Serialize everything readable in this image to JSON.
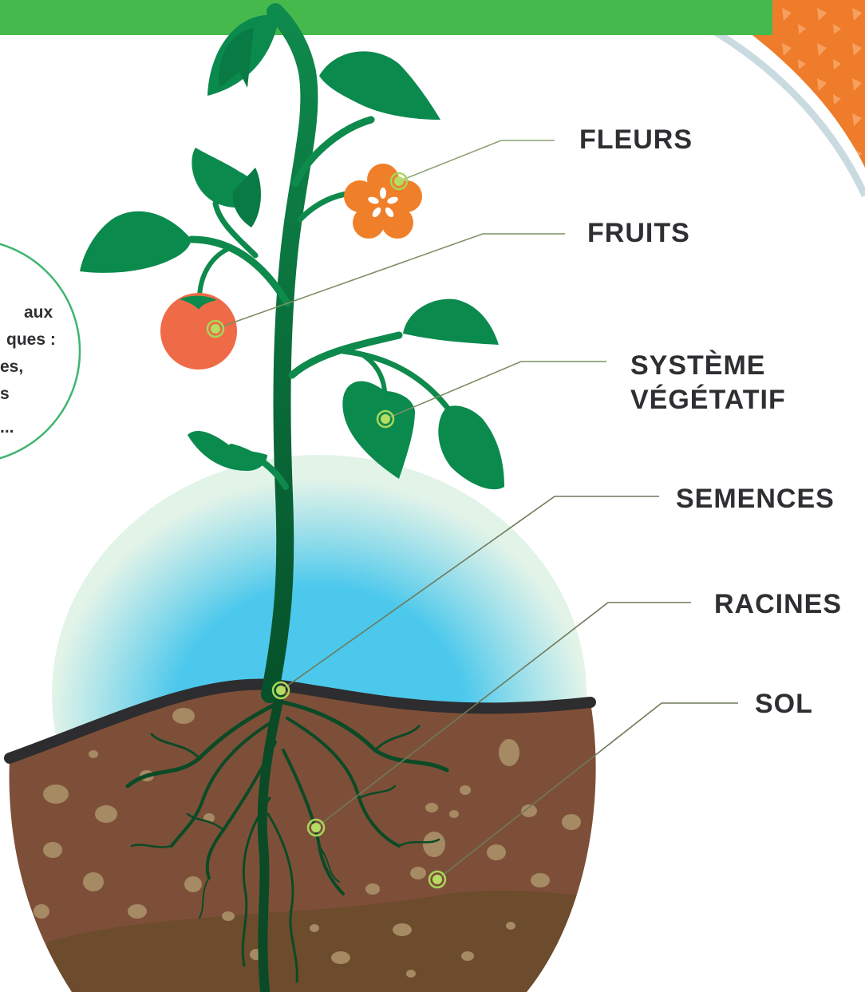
{
  "labels": {
    "flowers": "FLEURS",
    "fruits": "FRUITS",
    "vegetative_line1": "SYSTÈME",
    "vegetative_line2": "VÉGÉTATIF",
    "seeds": "SEMENCES",
    "roots": "RACINES",
    "soil": "SOL"
  },
  "side_callout": {
    "lines": [
      "aux",
      "ques :",
      "es,",
      "s",
      "..."
    ]
  },
  "colors": {
    "leaf": "#0b8a4e",
    "stem": "#0d7a44",
    "header_bar": "#46b94d",
    "fruit": "#ef6a46",
    "flower": "#f07f2a",
    "marker": "#b7dc63",
    "soil": "#7e4f38",
    "soil_dark": "#6a4a2c",
    "ground_line": "#2d2d2f",
    "glow": "#4cc8ec",
    "circle_border": "#c9dbe0",
    "callout_border": "#3fb56f",
    "orange_corner": "#ef7c2a"
  },
  "icons": {
    "plant": "tomato-plant-icon",
    "fruit": "tomato-fruit-icon",
    "flower": "flower-icon",
    "roots": "roots-icon",
    "soil": "soil-icon"
  }
}
